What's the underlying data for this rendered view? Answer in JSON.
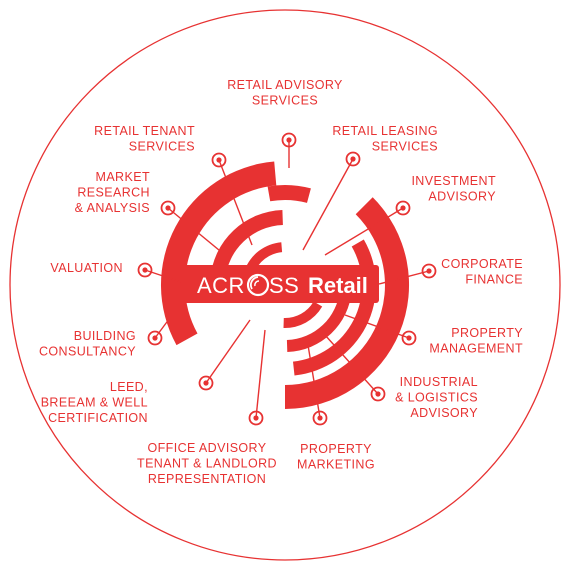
{
  "brand": {
    "prefix": "ACR",
    "suffix": "SS",
    "product": "Retail",
    "logo_glyph": "O"
  },
  "colors": {
    "accent": "#e73232",
    "background": "#ffffff",
    "outline": "#e73232"
  },
  "services": [
    {
      "id": "retail-advisory",
      "lines": [
        "RETAIL ADVISORY",
        "SERVICES"
      ]
    },
    {
      "id": "retail-leasing",
      "lines": [
        "RETAIL LEASING",
        "SERVICES"
      ]
    },
    {
      "id": "investment-advisory",
      "lines": [
        "INVESTMENT",
        "ADVISORY"
      ]
    },
    {
      "id": "corporate-finance",
      "lines": [
        "CORPORATE",
        "FINANCE"
      ]
    },
    {
      "id": "property-management",
      "lines": [
        "PROPERTY",
        "MANAGEMENT"
      ]
    },
    {
      "id": "industrial-logistics",
      "lines": [
        "INDUSTRIAL",
        "& LOGISTICS",
        "ADVISORY"
      ]
    },
    {
      "id": "property-marketing",
      "lines": [
        "PROPERTY",
        "MARKETING"
      ]
    },
    {
      "id": "office-advisory",
      "lines": [
        "OFFICE ADVISORY",
        "TENANT & LANDLORD",
        "REPRESENTATION"
      ]
    },
    {
      "id": "leed-breeam",
      "lines": [
        "LEED,",
        "BREEAM & WELL",
        "CERTIFICATION"
      ]
    },
    {
      "id": "building-consultancy",
      "lines": [
        "BUILDING",
        "CONSULTANCY"
      ]
    },
    {
      "id": "valuation",
      "lines": [
        "VALUATION"
      ]
    },
    {
      "id": "market-research",
      "lines": [
        "MARKET",
        "RESEARCH",
        "& ANALYSIS"
      ]
    },
    {
      "id": "retail-tenant",
      "lines": [
        "RETAIL TENANT",
        "SERVICES"
      ]
    }
  ]
}
